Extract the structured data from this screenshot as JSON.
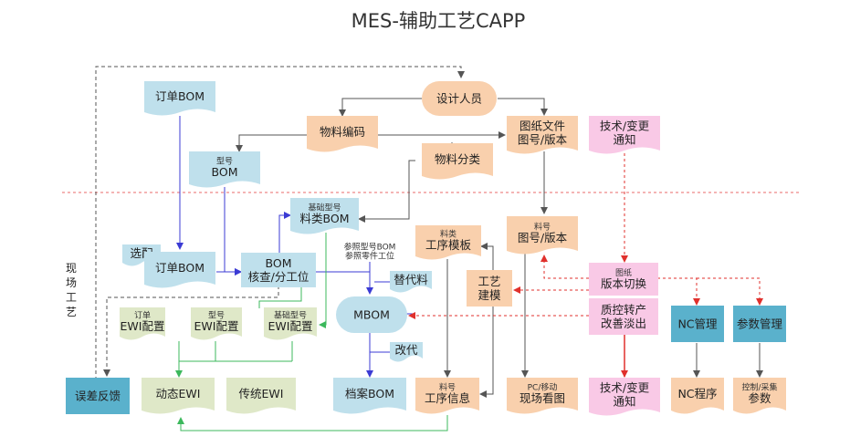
{
  "title": "MES-辅助工艺CAPP",
  "side_label": "现场工艺",
  "colors": {
    "blue_fill": "#bfe0ec",
    "orange_fill": "#f9d0ad",
    "pink_fill": "#f9c9e6",
    "green_fill": "#dfe8c8",
    "teal_fill": "#5ab1cc",
    "blue_line": "#3b3bd4",
    "green_line": "#3cb85c",
    "red_line": "#e0302c",
    "gray_line": "#555555"
  },
  "nodes": {
    "designer": {
      "line1": "设计人员"
    },
    "order_bom": {
      "line1": "订单BOM"
    },
    "material_code": {
      "line1": "物料编码"
    },
    "drawing_file": {
      "line1": "图纸文件",
      "line2": "图号/版本"
    },
    "tech_change_top": {
      "line1": "技术/变更",
      "line2": "通知"
    },
    "model_bom": {
      "small": "型号",
      "line1": "BOM"
    },
    "material_class": {
      "line1": "物料分类"
    },
    "base_model_bom": {
      "small": "基础型号",
      "line1": "料类BOM"
    },
    "select_config": {
      "line1": "选配"
    },
    "order_bom2": {
      "line1": "订单BOM"
    },
    "bom_check": {
      "line1": "BOM",
      "line2": "核查/分工位"
    },
    "ref_model": {
      "line1": "参照型号BOM",
      "line2": "参照零件工位"
    },
    "substitute": {
      "line1": "替代料"
    },
    "process_template": {
      "small": "料类",
      "line1": "工序模板"
    },
    "craft_build": {
      "line1": "工艺",
      "line2": "建模"
    },
    "part_drawing": {
      "small": "料号",
      "line1": "图号/版本"
    },
    "drawing_switch": {
      "small": "图纸",
      "line1": "版本切换"
    },
    "quality_transfer": {
      "line1": "质控转产",
      "line2": "改善淡出"
    },
    "order_ewi": {
      "small": "订单",
      "line1": "EWI配置"
    },
    "model_ewi": {
      "small": "型号",
      "line1": "EWI配置"
    },
    "base_model_ewi": {
      "small": "基础型号",
      "line1": "EWI配置"
    },
    "mbom": {
      "line1": "MBOM"
    },
    "nc_manage": {
      "line1": "NC管理"
    },
    "param_manage": {
      "line1": "参数管理"
    },
    "change_gen": {
      "line1": "改代"
    },
    "error_feedback": {
      "line1": "误差反馈"
    },
    "dynamic_ewi": {
      "line1": "动态EWI"
    },
    "traditional_ewi": {
      "line1": "传统EWI"
    },
    "archive_bom": {
      "line1": "档案BOM"
    },
    "process_info": {
      "small": "料号",
      "line1": "工序信息"
    },
    "pc_mobile": {
      "small": "PC/移动",
      "line1": "现场看图"
    },
    "tech_change_bottom": {
      "line1": "技术/变更",
      "line2": "通知"
    },
    "nc_program": {
      "line1": "NC程序"
    },
    "control_param": {
      "small": "控制/采集",
      "line1": "参数"
    }
  }
}
